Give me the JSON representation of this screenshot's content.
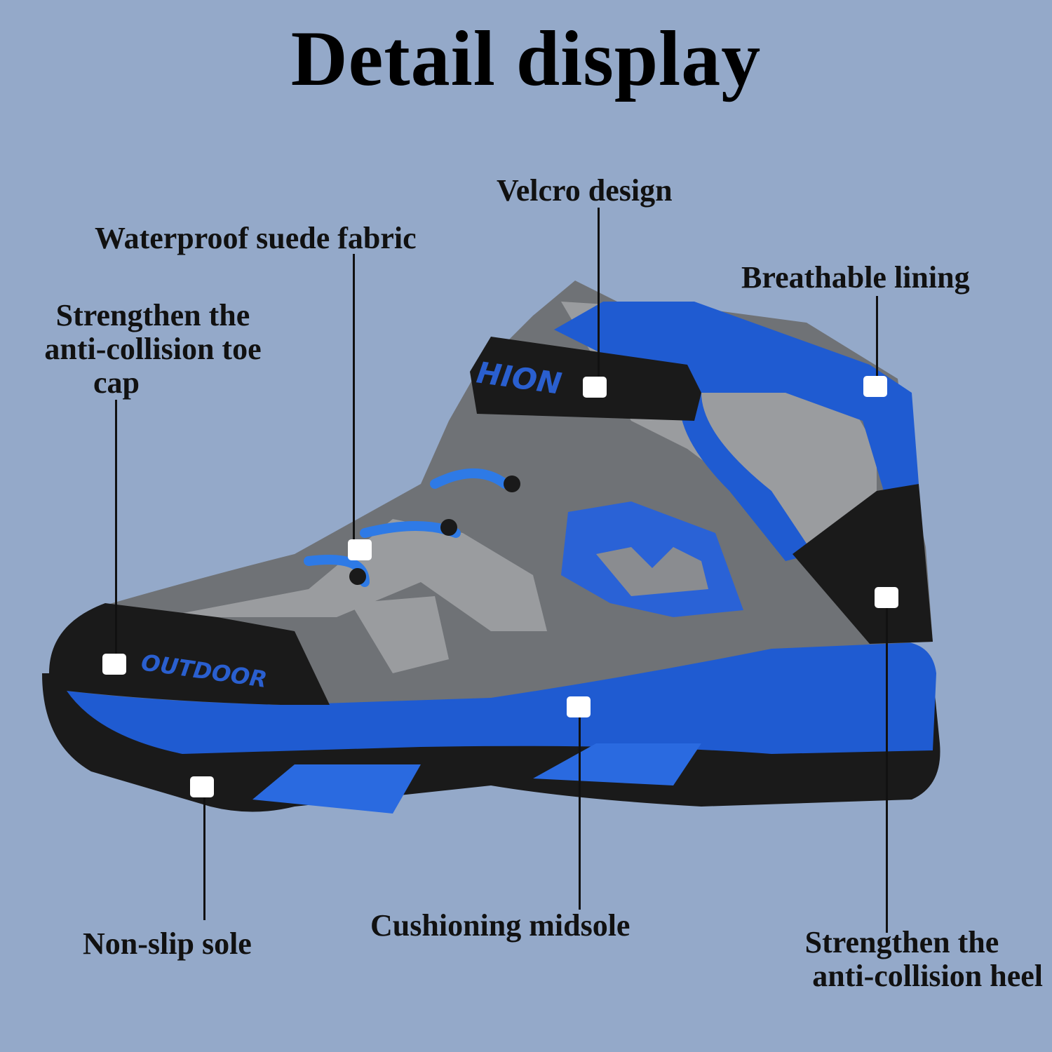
{
  "title": "Detail display",
  "labels": {
    "velcro": "Velcro design",
    "waterproof": "Waterproof suede fabric",
    "toe_cap_1": "Strengthen the",
    "toe_cap_2": "anti-collision toe",
    "toe_cap_3": "cap",
    "breathable": "Breathable lining",
    "cushioning": "Cushioning midsole",
    "non_slip": "Non-slip sole",
    "heel_1": "Strengthen the",
    "heel_2": "anti-collision heel"
  },
  "shoe_lettering": {
    "toe": "OUTDOOR",
    "strap": "HION"
  },
  "colors": {
    "background": "#94a9c9",
    "blue": "#1f5bd1",
    "gray": "#6f7276",
    "light_gray": "#9a9c9f",
    "black": "#1a1a1a"
  }
}
